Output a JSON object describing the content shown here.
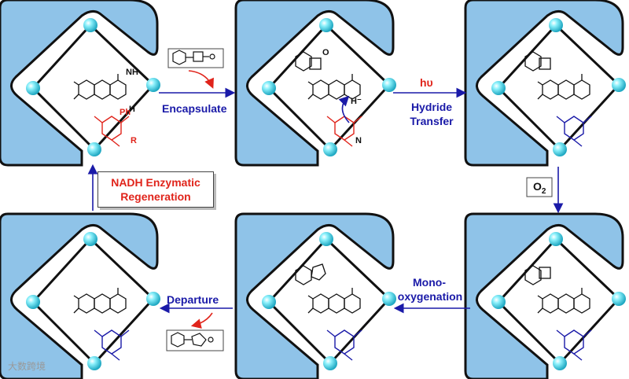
{
  "steps": {
    "encapsulate": "Encapsulate",
    "hv": "hυ",
    "hydride_1": "Hydride",
    "hydride_2": "Transfer",
    "o2": "O",
    "o2_sub": "2",
    "mono_1": "Mono-",
    "mono_2": "oxygenation",
    "departure": "Departure",
    "regen_1": "NADH Enzymatic",
    "regen_2": "Regeneration"
  },
  "molecule_labels": {
    "nh": "NH",
    "h": "H",
    "n": "N",
    "o": "O",
    "r": "R",
    "ph": "Ph",
    "hminus": "H⁻"
  },
  "watermark": "大数跨境",
  "colors": {
    "cage_fill": "#8fc3e8",
    "cage_stroke": "#111111",
    "ball": "#4fd6ea",
    "arrow_blue": "#1a1aa8",
    "arrow_red": "#e0241b"
  }
}
